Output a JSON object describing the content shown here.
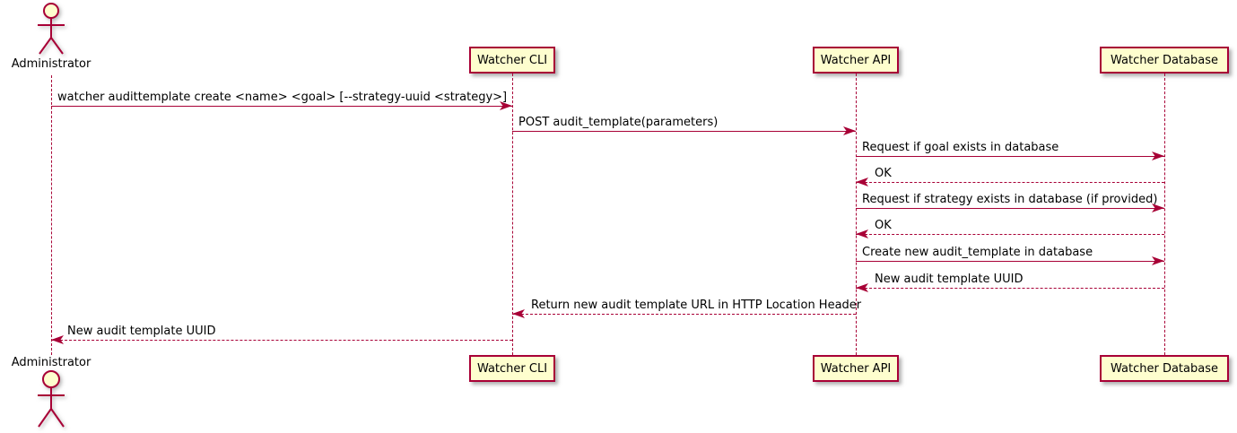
{
  "diagram_type": "sequence",
  "participants": [
    {
      "name": "Administrator",
      "type": "actor"
    },
    {
      "name": "Watcher CLI",
      "type": "participant"
    },
    {
      "name": "Watcher API",
      "type": "participant"
    },
    {
      "name": "Watcher Database",
      "type": "participant"
    }
  ],
  "messages": [
    {
      "from": "Administrator",
      "to": "Watcher CLI",
      "text": "watcher audittemplate create <name> <goal> [--strategy-uuid <strategy>]",
      "line": "solid"
    },
    {
      "from": "Watcher CLI",
      "to": "Watcher API",
      "text": "POST audit_template(parameters)",
      "line": "solid"
    },
    {
      "from": "Watcher API",
      "to": "Watcher Database",
      "text": "Request if goal exists in database",
      "line": "solid"
    },
    {
      "from": "Watcher Database",
      "to": "Watcher API",
      "text": "OK",
      "line": "dotted"
    },
    {
      "from": "Watcher API",
      "to": "Watcher Database",
      "text": "Request if strategy exists in database (if provided)",
      "line": "solid"
    },
    {
      "from": "Watcher Database",
      "to": "Watcher API",
      "text": "OK",
      "line": "dotted"
    },
    {
      "from": "Watcher API",
      "to": "Watcher Database",
      "text": "Create new audit_template in database",
      "line": "solid"
    },
    {
      "from": "Watcher Database",
      "to": "Watcher API",
      "text": "New audit template UUID",
      "line": "dotted"
    },
    {
      "from": "Watcher API",
      "to": "Watcher CLI",
      "text": "Return new audit template URL in HTTP Location Header",
      "line": "dotted"
    },
    {
      "from": "Watcher CLI",
      "to": "Administrator",
      "text": "New audit template UUID",
      "line": "dotted"
    }
  ],
  "colors": {
    "accent": "#A80036",
    "participant_fill": "#FEFECE",
    "text": "#000000",
    "background": "#FFFFFF"
  }
}
